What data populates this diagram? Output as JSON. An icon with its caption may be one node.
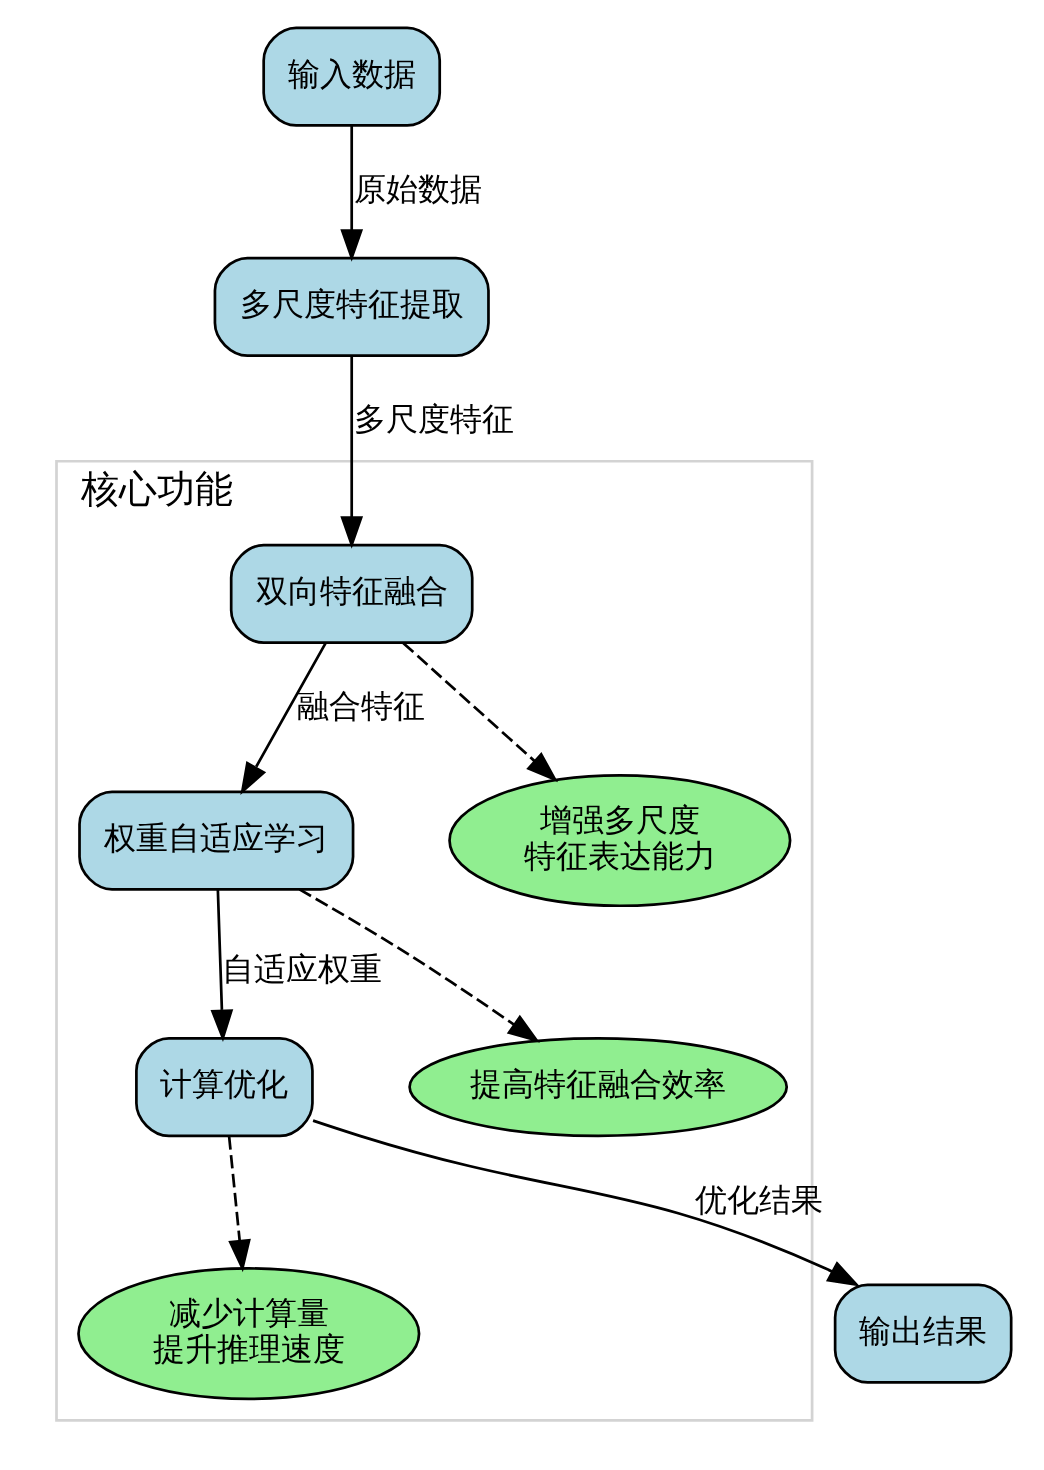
{
  "diagram": {
    "nodes": [
      {
        "text": [
          "输入数据"
        ]
      },
      {
        "text": [
          "多尺度特征提取"
        ]
      },
      {
        "text": [
          "核心功能"
        ]
      },
      {
        "text": [
          "双向特征融合"
        ],
        "in": 2
      },
      {
        "text": [
          "权重自适应学习"
        ],
        "in": 2
      },
      {
        "text": [
          "增强多尺度特征表达能力"
        ],
        "in": 2
      },
      {
        "text": [
          "计算优化"
        ],
        "in": 2
      },
      {
        "text": [
          "提高特征融合效率"
        ],
        "in": 2
      },
      {
        "text": [
          "减少计算量提升推理速度"
        ],
        "in": 2
      },
      {
        "text": [
          "输出结果"
        ]
      }
    ],
    "edges": [
      {
        "from": 0,
        "to": 1,
        "arrow": "to",
        "label": "原始数据"
      },
      {
        "from": 1,
        "to": 3,
        "arrow": "to",
        "label": "多尺度特征"
      },
      {
        "from": 3,
        "to": 4,
        "arrow": "to",
        "label": "融合特征"
      },
      {
        "from": 3,
        "to": 5,
        "arrow": "to",
        "style": "dashed"
      },
      {
        "from": 4,
        "to": 6,
        "arrow": "to",
        "label": "自适应权重"
      },
      {
        "from": 4,
        "to": 7,
        "arrow": "to",
        "style": "dashed"
      },
      {
        "from": 6,
        "to": 8,
        "arrow": "to",
        "style": "dashed"
      },
      {
        "from": 6,
        "to": 9,
        "arrow": "to",
        "label": "优化结果"
      }
    ]
  }
}
